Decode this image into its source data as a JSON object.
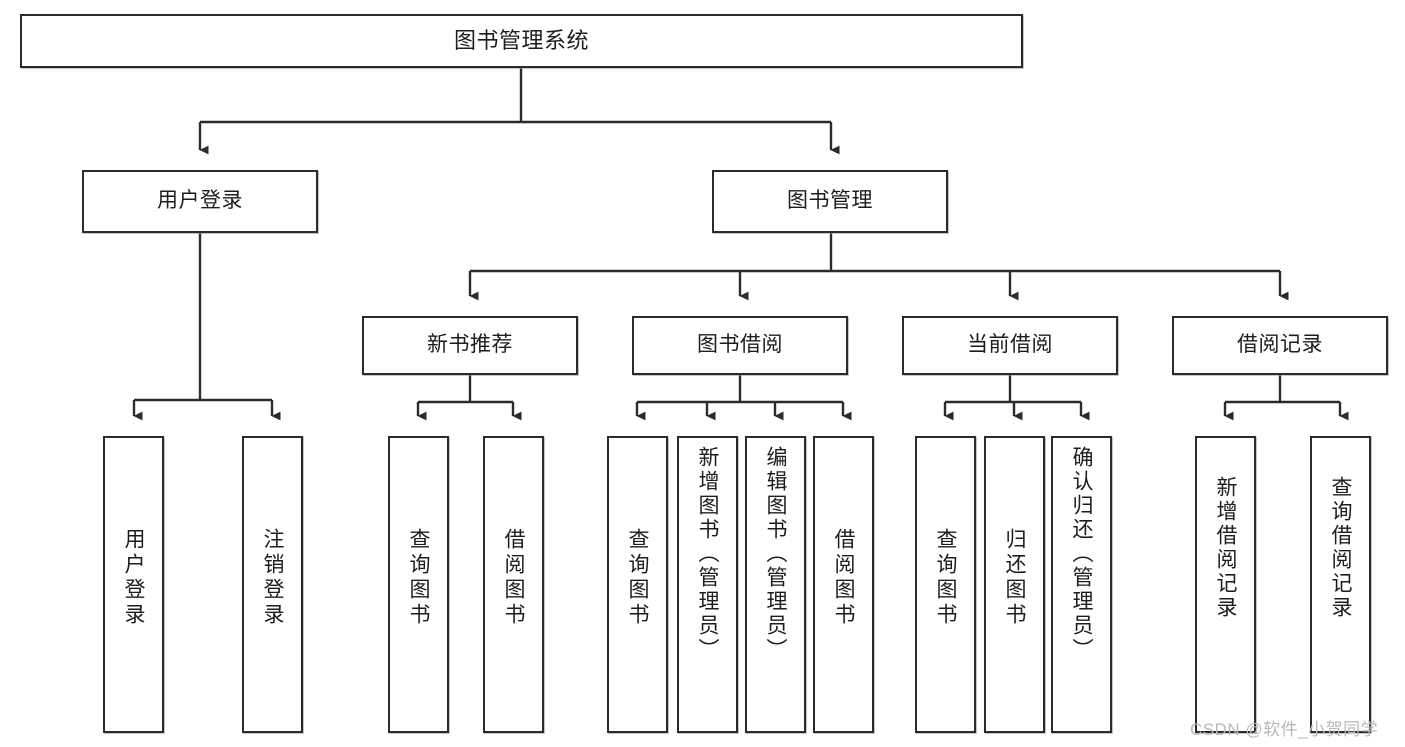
{
  "diagram": {
    "title": "图书管理系统",
    "type": "tree-hierarchy",
    "colors": {
      "box_border": "#2b2b2b",
      "box_fill": "#ffffff",
      "connector": "#2b2b2b",
      "text": "#1d1d1d",
      "watermark": "#b9b9b9"
    },
    "root": {
      "label": "图书管理系统"
    },
    "level2": [
      {
        "label": "用户登录"
      },
      {
        "label": "图书管理"
      }
    ],
    "level3": [
      {
        "label": "新书推荐"
      },
      {
        "label": "图书借阅"
      },
      {
        "label": "当前借阅"
      },
      {
        "label": "借阅记录"
      }
    ],
    "leaves": {
      "user_login": [
        {
          "label": "用户登录"
        },
        {
          "label": "注销登录"
        }
      ],
      "new_book": [
        {
          "label": "查询图书"
        },
        {
          "label": "借阅图书"
        }
      ],
      "borrow_book": [
        {
          "label": "查询图书"
        },
        {
          "label": "新增图书（管理员）"
        },
        {
          "label": "编辑图书（管理员）"
        },
        {
          "label": "借阅图书"
        }
      ],
      "current_borrow": [
        {
          "label": "查询图书"
        },
        {
          "label": "归还图书"
        },
        {
          "label": "确认归还（管理员）"
        }
      ],
      "borrow_record": [
        {
          "label": "新增借阅记录"
        },
        {
          "label": "查询借阅记录"
        }
      ]
    }
  },
  "watermark": {
    "text": "CSDN @软件_小贺同学"
  }
}
